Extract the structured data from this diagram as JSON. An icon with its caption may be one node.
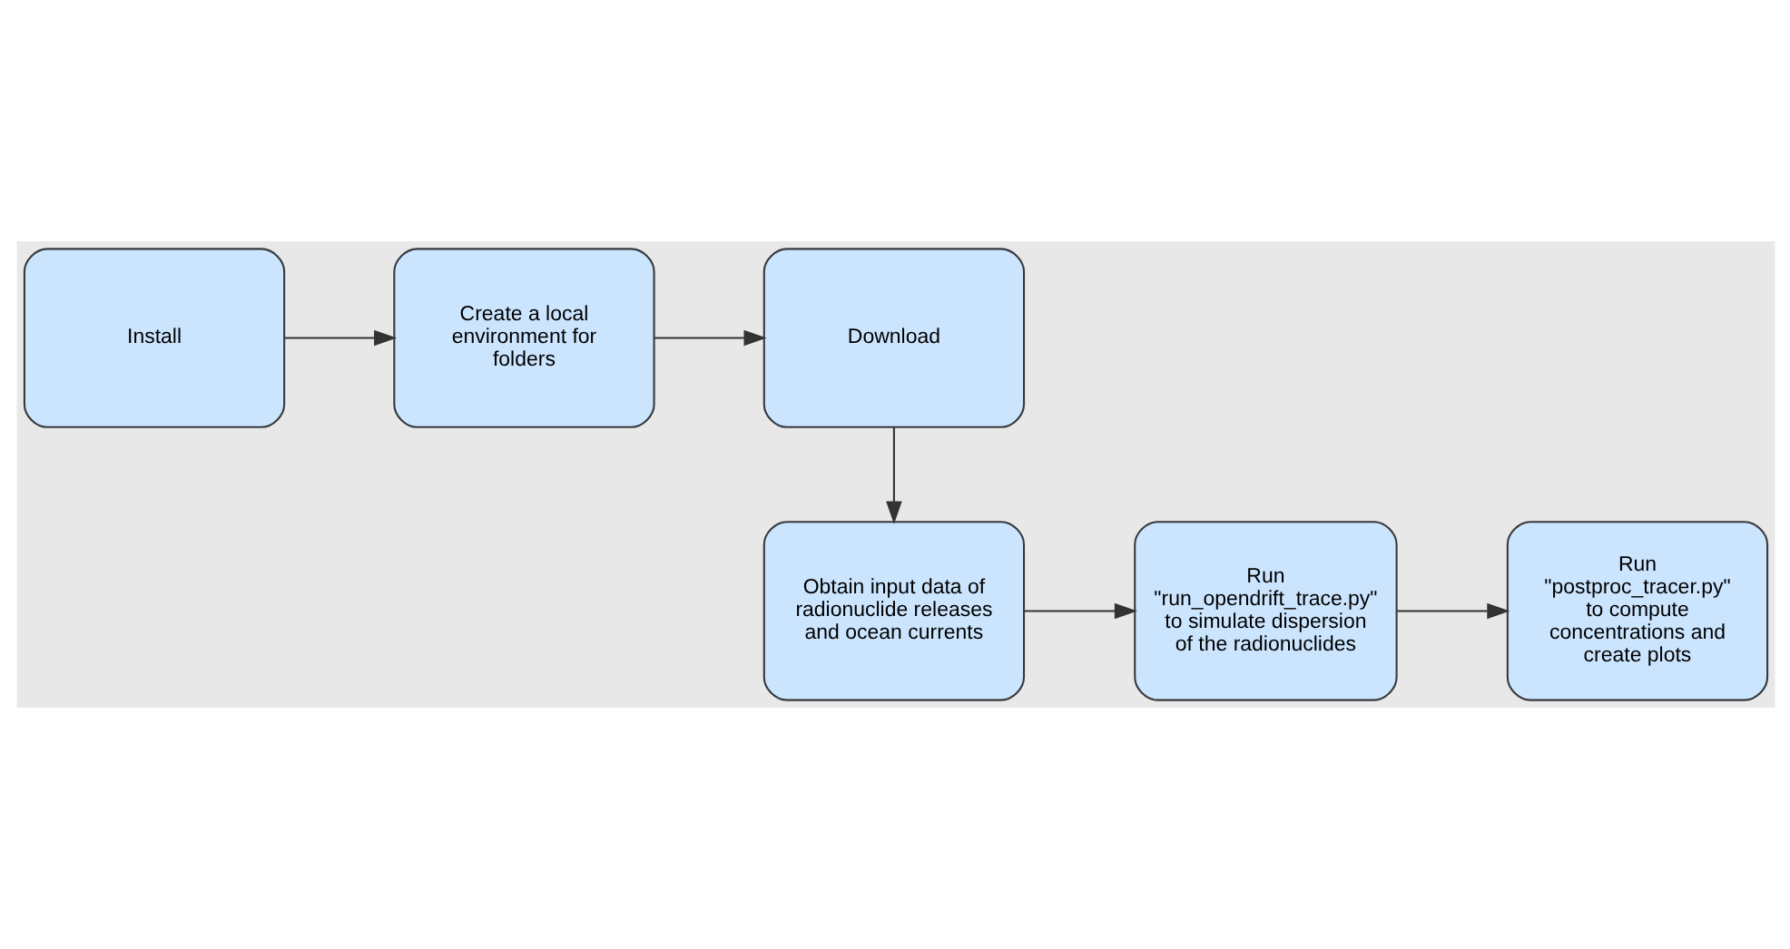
{
  "diagram": {
    "nodes": [
      {
        "text": [
          "Install"
        ]
      },
      {
        "text": [
          "Create a local environment for folders"
        ]
      },
      {
        "text": [
          "Download"
        ]
      },
      {
        "text": [
          "Obtain input data of radionuclide releases and ocean currents"
        ]
      },
      {
        "text": [
          "Run \"run_opendrift_trace.py\" to simulate dispersion of the radionuclides"
        ]
      },
      {
        "text": [
          "Run \"postproc_tracer.py\" to compute concentrations and create plots"
        ]
      }
    ],
    "edges": [
      {
        "from": 0,
        "to": 1,
        "arrow": "to"
      },
      {
        "from": 1,
        "to": 2,
        "arrow": "to"
      },
      {
        "from": 2,
        "to": 3,
        "arrow": "to"
      },
      {
        "from": 3,
        "to": 4,
        "arrow": "to"
      },
      {
        "from": 4,
        "to": 5,
        "arrow": "to"
      }
    ]
  }
}
